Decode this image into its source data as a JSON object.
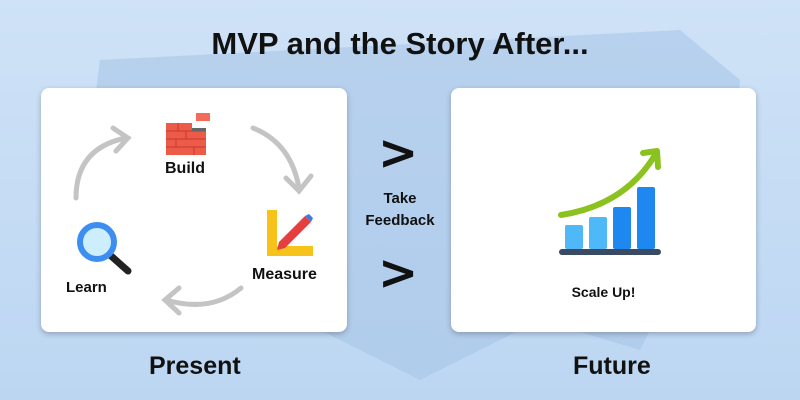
{
  "title": "MVP and the Story After...",
  "present": {
    "cycle": [
      {
        "label": "Build",
        "icon": "brick-wall-icon"
      },
      {
        "label": "Measure",
        "icon": "ruler-pencil-icon"
      },
      {
        "label": "Learn",
        "icon": "magnifier-icon"
      }
    ],
    "caption": "Present"
  },
  "transition": {
    "line1": "Take",
    "line2": "Feedback"
  },
  "future": {
    "label": "Scale Up!",
    "icon": "growth-chart-icon",
    "caption": "Future"
  }
}
